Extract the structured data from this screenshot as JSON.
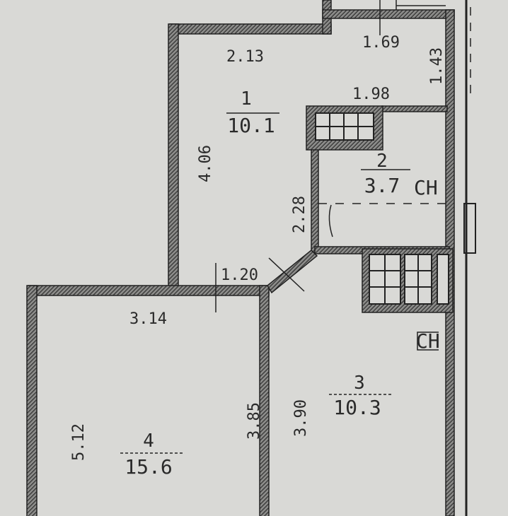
{
  "plan": {
    "rooms": [
      {
        "number": "1",
        "area": "10.1"
      },
      {
        "number": "2",
        "area": "3.7"
      },
      {
        "number": "3",
        "area": "10.3"
      },
      {
        "number": "4",
        "area": "15.6"
      }
    ],
    "dimensions": {
      "room1_width": "2.13",
      "room1_length": "4.06",
      "corridor_width": "1.69",
      "corridor_depth": "1.43",
      "bath_width": "1.98",
      "bath_length": "2.28",
      "door_width": "1.20",
      "room4_width": "3.14",
      "room4_length": "5.12",
      "room4_wall": "3.85",
      "room3_length": "3.90"
    },
    "fixture_marks": {
      "bath_equipment": "СН",
      "kitchen_equipment": "СН"
    },
    "colors": {
      "paper": "#d9d9d6",
      "ink": "#2a2a2a"
    }
  }
}
